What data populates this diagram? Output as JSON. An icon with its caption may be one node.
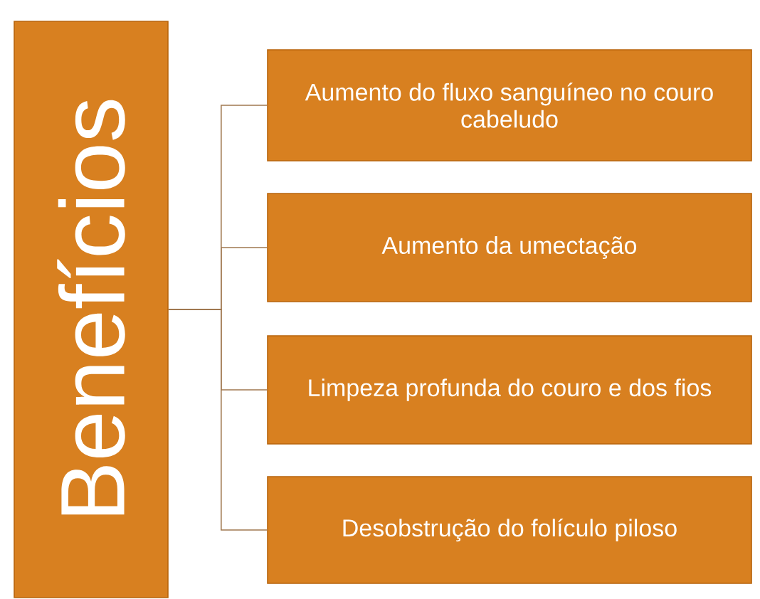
{
  "diagram": {
    "nodes": [
      {
        "text": [
          "Benefícios"
        ]
      },
      {
        "text": [
          "Aumento do fluxo sanguíneo no couro cabeludo"
        ]
      },
      {
        "text": [
          "Aumento da umectação"
        ]
      },
      {
        "text": [
          "Limpeza profunda do couro e dos fios"
        ]
      },
      {
        "text": [
          "Desobstrução do folículo piloso"
        ]
      }
    ],
    "edges": [
      {
        "from": 0,
        "to": 1,
        "arrow": "none"
      },
      {
        "from": 0,
        "to": 2,
        "arrow": "none"
      },
      {
        "from": 0,
        "to": 3,
        "arrow": "none"
      },
      {
        "from": 0,
        "to": 4,
        "arrow": "none"
      }
    ]
  }
}
